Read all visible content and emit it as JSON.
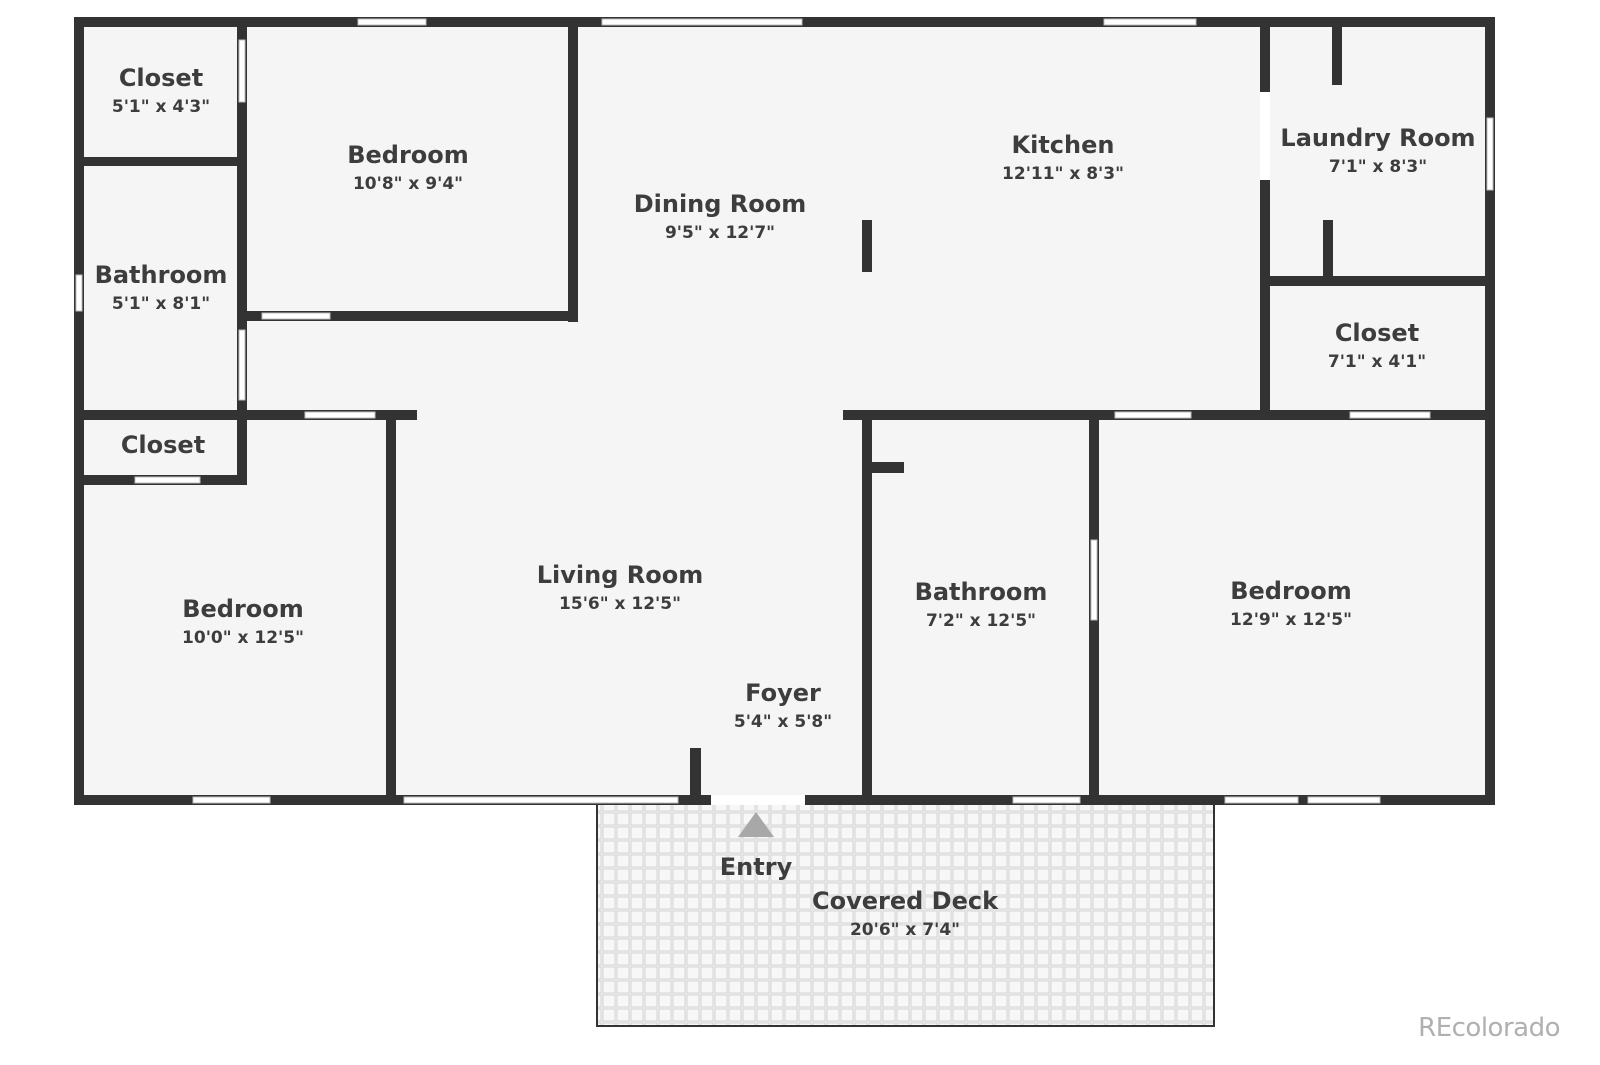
{
  "floor_plan": {
    "rooms": [
      {
        "id": "closet-nw",
        "name": "Closet",
        "dims": "5'1\" x 4'3\""
      },
      {
        "id": "bedroom-north",
        "name": "Bedroom",
        "dims": "10'8\" x 9'4\""
      },
      {
        "id": "bathroom-west",
        "name": "Bathroom",
        "dims": "5'1\" x 8'1\""
      },
      {
        "id": "dining-room",
        "name": "Dining Room",
        "dims": "9'5\" x 12'7\""
      },
      {
        "id": "kitchen",
        "name": "Kitchen",
        "dims": "12'11\" x 8'3\""
      },
      {
        "id": "laundry-room",
        "name": "Laundry Room",
        "dims": "7'1\" x 8'3\""
      },
      {
        "id": "closet-east",
        "name": "Closet",
        "dims": "7'1\" x 4'1\""
      },
      {
        "id": "closet-sw",
        "name": "Closet",
        "dims": ""
      },
      {
        "id": "bedroom-southwest",
        "name": "Bedroom",
        "dims": "10'0\" x 12'5\""
      },
      {
        "id": "living-room",
        "name": "Living Room",
        "dims": "15'6\" x 12'5\""
      },
      {
        "id": "foyer",
        "name": "Foyer",
        "dims": "5'4\" x 5'8\""
      },
      {
        "id": "bathroom-south",
        "name": "Bathroom",
        "dims": "7'2\" x 12'5\""
      },
      {
        "id": "bedroom-southeast",
        "name": "Bedroom",
        "dims": "12'9\" x 12'5\""
      },
      {
        "id": "covered-deck",
        "name": "Covered Deck",
        "dims": "20'6\" x 7'4\""
      }
    ],
    "entry_label": "Entry",
    "watermark": "REcolorado",
    "colors": {
      "wall": "#333333",
      "floor": "#f5f5f5",
      "deck": "#eeeeee",
      "window": "#ffffff",
      "label": "#3d3d3d",
      "entry_arrow": "#a8a8a8",
      "watermark": "#b0b0b0"
    }
  }
}
